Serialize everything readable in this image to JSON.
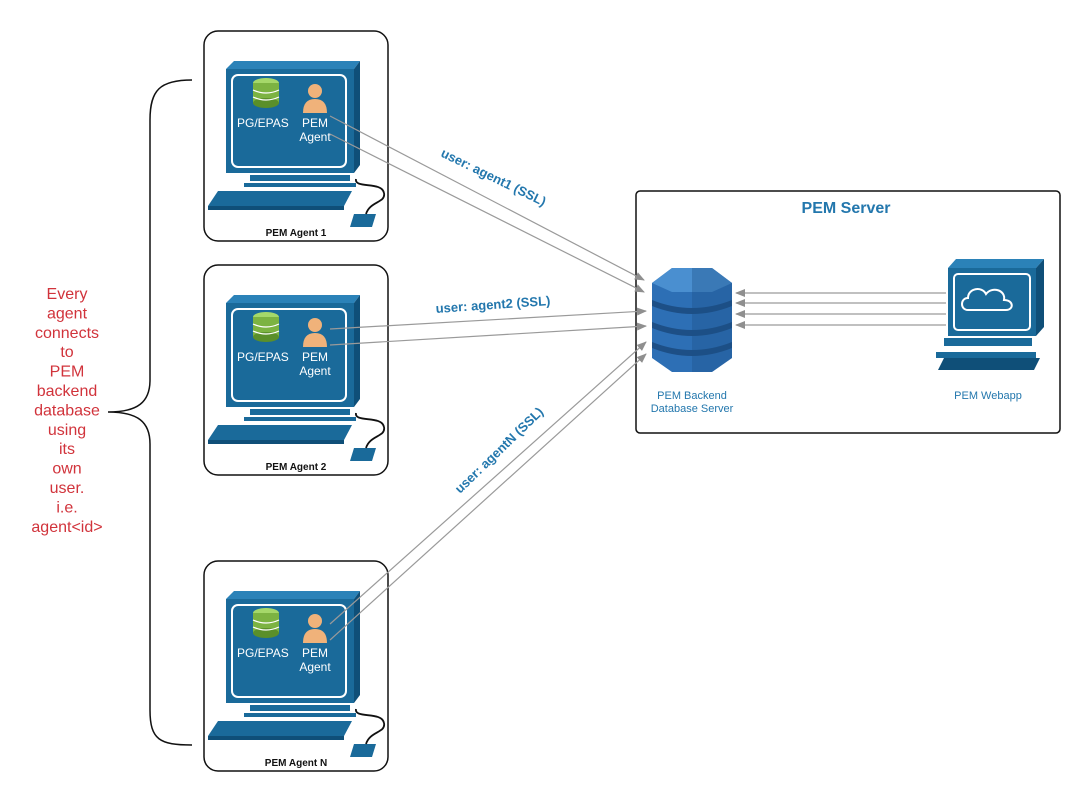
{
  "agents": [
    {
      "db_label": "PG/EPAS",
      "agent_label_1": "PEM",
      "agent_label_2": "Agent",
      "box_label": "PEM Agent 1",
      "conn_label": "user: agent1 (SSL)"
    },
    {
      "db_label": "PG/EPAS",
      "agent_label_1": "PEM",
      "agent_label_2": "Agent",
      "box_label": "PEM Agent 2",
      "conn_label": "user: agent2 (SSL)"
    },
    {
      "db_label": "PG/EPAS",
      "agent_label_1": "PEM",
      "agent_label_2": "Agent",
      "box_label": "PEM Agent N",
      "conn_label": "user: agentN (SSL)"
    }
  ],
  "server": {
    "title": "PEM Server",
    "db_label_1": "PEM Backend",
    "db_label_2": "Database Server",
    "webapp_label": "PEM Webapp"
  },
  "note_lines": [
    "Every",
    "agent",
    "connects",
    "to",
    "PEM",
    "backend",
    "database",
    "using",
    "its",
    "own",
    "user.",
    "i.e.",
    "agent<id>"
  ],
  "colors": {
    "monitor": "#1a6a9a",
    "monitor_dark": "#0f4f78",
    "db_blue": "#2d6fb5",
    "db_dark": "#1d4f86",
    "person": "#f0b27a",
    "db_green": "#7cb342",
    "label_blue": "#2377ad",
    "note_red": "#d1333b"
  }
}
